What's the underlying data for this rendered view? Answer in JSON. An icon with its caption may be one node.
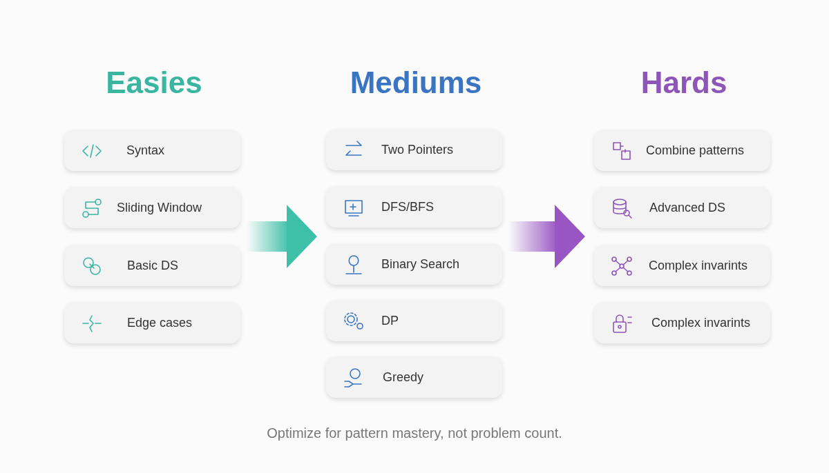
{
  "diagram": {
    "caption": "Optimize for pattern mastery, not problem count.",
    "nodes": [
      {
        "text": [
          "Easies"
        ]
      },
      {
        "text": [
          "Syntax"
        ],
        "in": 0
      },
      {
        "text": [
          "Sliding Window"
        ],
        "in": 0
      },
      {
        "text": [
          "Basic DS"
        ],
        "in": 0
      },
      {
        "text": [
          "Edge cases"
        ],
        "in": 0
      },
      {
        "text": [
          "Mediums"
        ]
      },
      {
        "text": [
          "Two Pointers"
        ],
        "in": 5
      },
      {
        "text": [
          "DFS/BFS"
        ],
        "in": 5
      },
      {
        "text": [
          "Binary Search"
        ],
        "in": 5
      },
      {
        "text": [
          "DP"
        ],
        "in": 5
      },
      {
        "text": [
          "Greedy"
        ],
        "in": 5
      },
      {
        "text": [
          "Hards"
        ]
      },
      {
        "text": [
          "Combine patterns"
        ],
        "in": 11
      },
      {
        "text": [
          "Advanced DS"
        ],
        "in": 11
      },
      {
        "text": [
          "Complex invarints"
        ],
        "in": 11
      },
      {
        "text": [
          "Complex invarints"
        ],
        "in": 11
      }
    ],
    "edges": [
      {
        "from": 0,
        "to": 5,
        "arrow": "to",
        "style": "thick",
        "color": "#3dbfa8"
      },
      {
        "from": 5,
        "to": 11,
        "arrow": "to",
        "style": "thick",
        "color": "#9a55c4"
      }
    ]
  }
}
